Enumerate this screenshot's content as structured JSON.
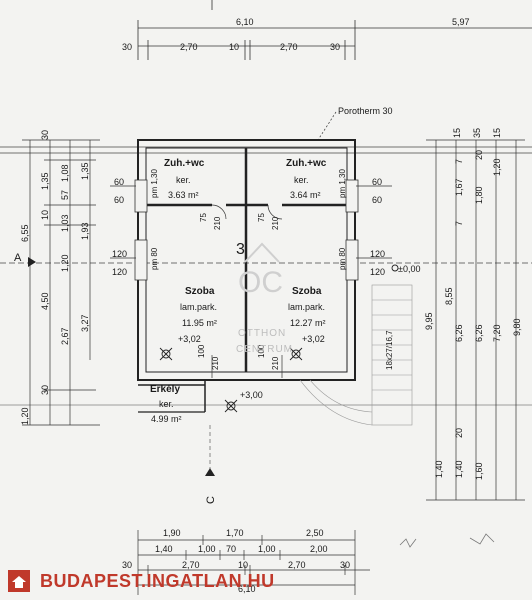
{
  "top": {
    "total_left": "6,10",
    "total_right": "5,97",
    "segments": [
      "30",
      "2,70",
      "10",
      "2,70",
      "30"
    ]
  },
  "wall_label": "Porotherm 30",
  "rooms": {
    "wc_left": {
      "title": "Zuh.+wc",
      "floor": "ker.",
      "area": "3.63 m²"
    },
    "wc_right": {
      "title": "Zuh.+wc",
      "floor": "ker.",
      "area": "3.64 m²"
    },
    "room_left": {
      "title": "Szoba",
      "floor": "lam.park.",
      "area": "11.95 m²",
      "level": "+3,02"
    },
    "room_right": {
      "title": "Szoba",
      "floor": "lam.park.",
      "area": "12.27 m²",
      "level": "+3,02"
    },
    "balcony": {
      "title": "Erkély",
      "floor": "ker.",
      "area": "4.99 m²",
      "level": "+3,00"
    }
  },
  "unit_number": "3",
  "ground_level": "±0,00",
  "stair_label": "18x27/16,7",
  "openings": {
    "wc_window_left": "pm 1,30",
    "wc_window_right": "pm 1,30",
    "room_window_left": "pm 80",
    "room_window_right": "pm 80",
    "door_wc_w": "75",
    "door_wc_h": "210",
    "door_room_w": "100",
    "door_room_h": "210"
  },
  "left_side": {
    "col1": [
      "30",
      "1,35",
      "10",
      "4,50",
      "30",
      "1,20"
    ],
    "col2": [
      "1,08",
      "57",
      "1,03",
      "1,20",
      "2,67"
    ],
    "col3": [
      "1,35",
      "1,93",
      "3,27"
    ],
    "total": "6,55",
    "side_marks": [
      "60",
      "60",
      "120",
      "120"
    ]
  },
  "right_side": {
    "marks": [
      "60",
      "60",
      "120",
      "120"
    ],
    "col_a": "9,95",
    "col_b": "8,55",
    "col_c": [
      "7",
      "1,67",
      "7",
      "6,26",
      "1,40"
    ],
    "col_d": [
      "20",
      "1,80",
      "6,26",
      "20",
      "1,40"
    ],
    "col_e": [
      "15",
      "35",
      "1,20",
      "7,20",
      "1,60"
    ],
    "col_f": [
      "15",
      "9,80"
    ]
  },
  "axes": {
    "a": "A",
    "c": "C"
  },
  "bottom": {
    "row1": [
      "1,90",
      "1,70",
      "2,50"
    ],
    "row2": [
      "1,40",
      "1,00",
      "70",
      "1,00",
      "2,00"
    ],
    "row3": [
      "30",
      "2,70",
      "10",
      "2,70",
      "30"
    ],
    "total": "6,10"
  },
  "watermark": {
    "mark": "OC",
    "name": "OTTHON",
    "sub": "CENTRUM"
  },
  "brand": "BUDAPEST.INGATLAN.HU"
}
